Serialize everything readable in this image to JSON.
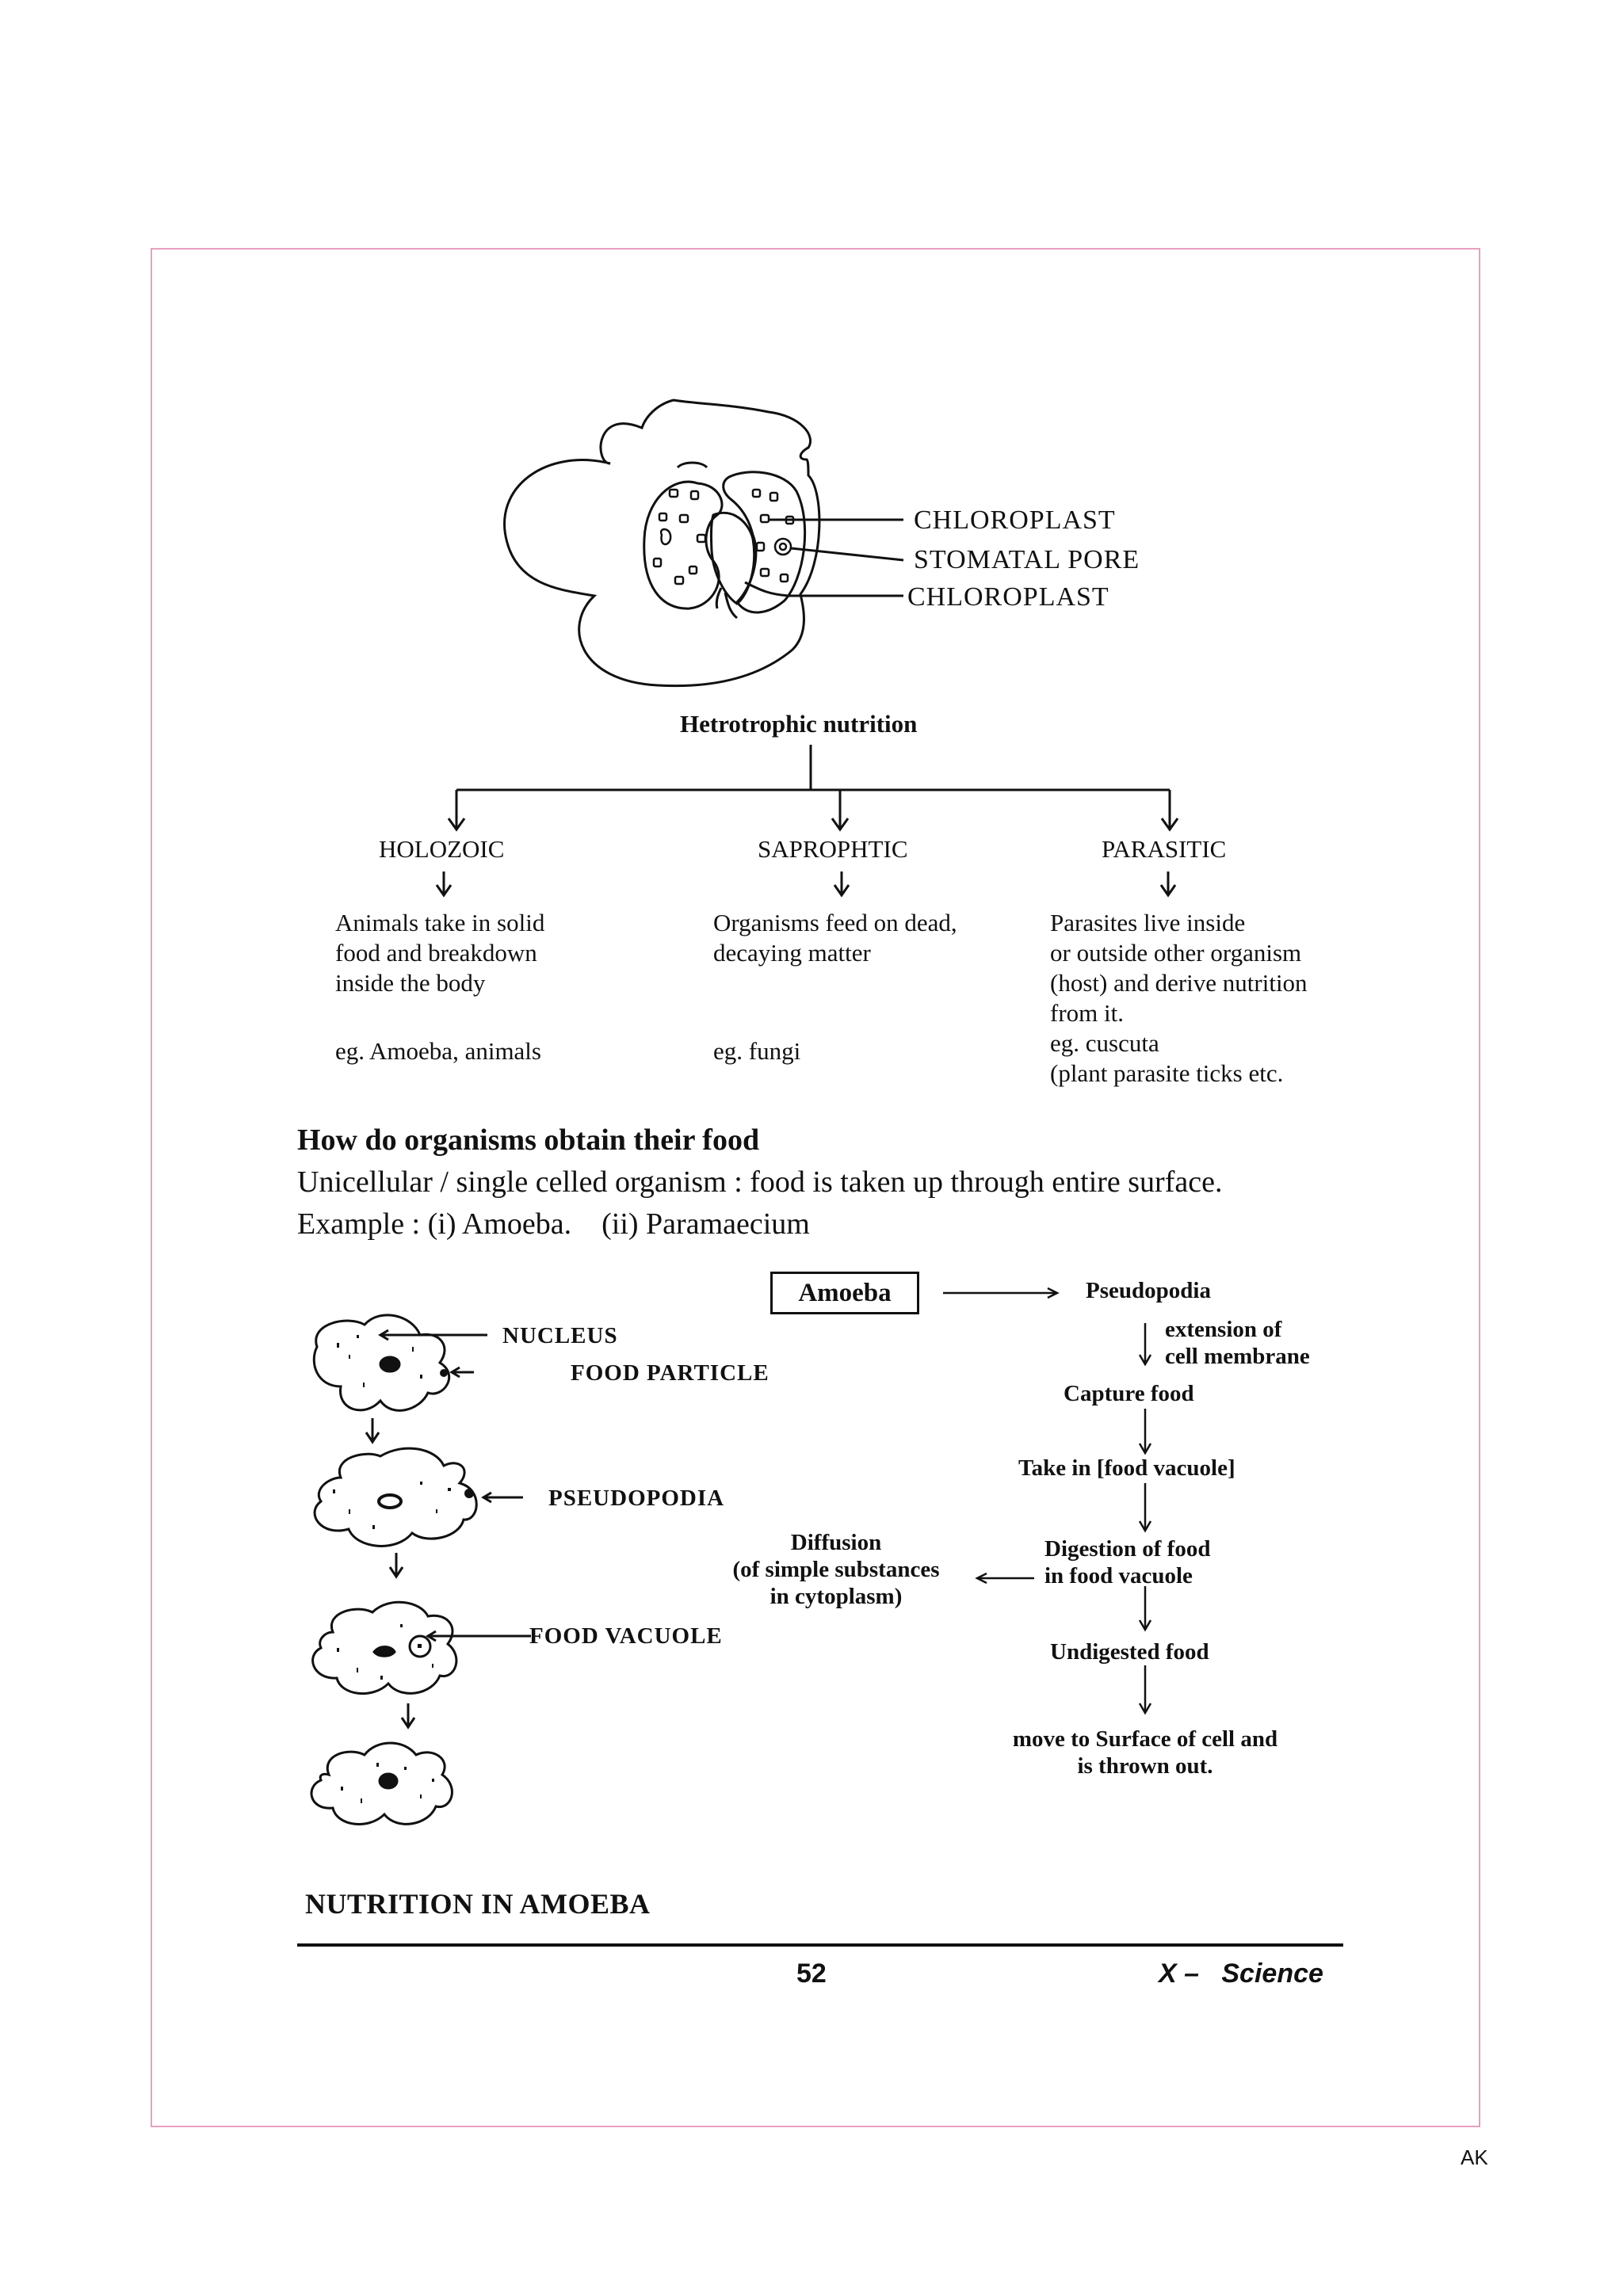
{
  "guard_cell_diagram": {
    "labels": [
      "CHLOROPLAST",
      "STOMATAL PORE",
      "CHLOROPLAST"
    ]
  },
  "heterotrophic": {
    "title": "Hetrotrophic nutrition",
    "branches": [
      {
        "name": "HOLOZOIC",
        "lines": [
          "Animals take in solid",
          "food and breakdown",
          "inside the body"
        ],
        "example": "eg. Amoeba, animals"
      },
      {
        "name": "SAPROPHTIC",
        "lines": [
          "Organisms feed on dead,",
          "decaying matter"
        ],
        "example": "eg. fungi"
      },
      {
        "name": "PARASITIC",
        "lines": [
          "Parasites live inside",
          "or outside other organism",
          "(host) and derive nutrition",
          "from it."
        ],
        "example": "eg. cuscuta",
        "example2": "(plant parasite ticks etc."
      }
    ]
  },
  "section": {
    "heading": "How do organisms obtain their food",
    "line1": "Unicellular / single celled organism : food is taken up through entire surface.",
    "line2": "Example : (i) Amoeba.    (ii) Paramaecium"
  },
  "amoeba_diagram": {
    "labels": {
      "nucleus": "NUCLEUS",
      "food_particle": "FOOD PARTICLE",
      "pseudopodia": "PSEUDOPODIA",
      "food_vacuole": "FOOD VACUOLE"
    },
    "caption": "NUTRITION IN AMOEBA"
  },
  "flowchart": {
    "box": "Amoeba",
    "pseudopodia": "Pseudopodia",
    "extension": [
      "extension of",
      "cell membrane"
    ],
    "capture": "Capture food",
    "take_in": "Take in [food vacuole]",
    "digestion": [
      "Digestion of food",
      "in food vacuole"
    ],
    "diffusion": [
      "Diffusion",
      "(of simple substances",
      "in cytoplasm)"
    ],
    "undigested": "Undigested food",
    "move": [
      "move to Surface of cell and",
      "is thrown out."
    ]
  },
  "footer": {
    "page_number": "52",
    "subject": "X –   Science",
    "corner_mark": "AK"
  }
}
